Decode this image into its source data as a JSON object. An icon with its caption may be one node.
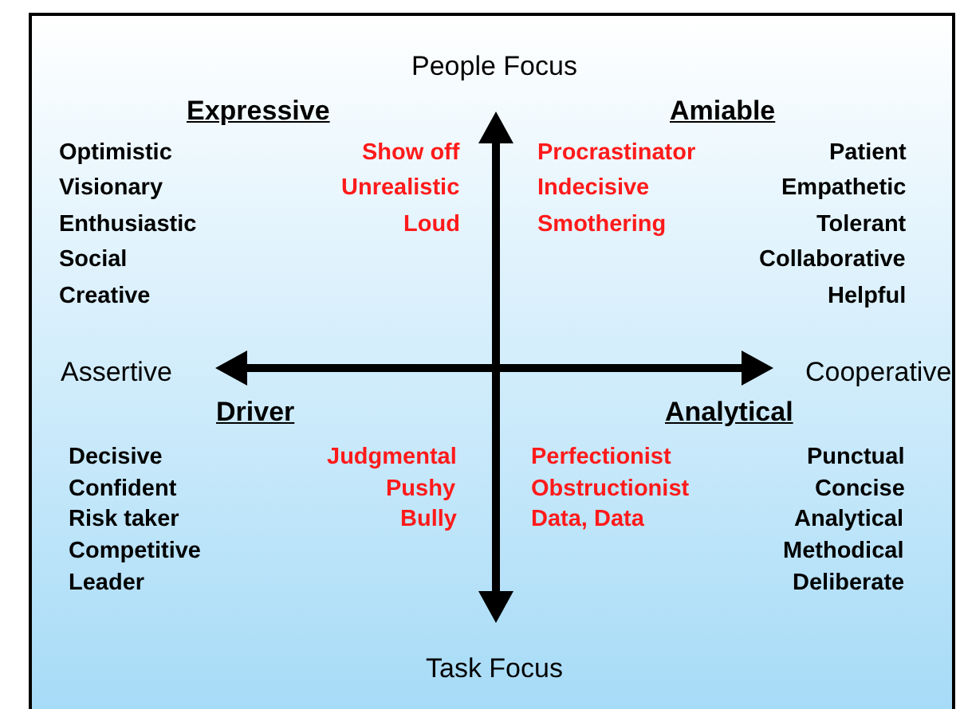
{
  "diagram": {
    "labels": [
      "People Focus",
      "Expressive",
      "Amiable",
      "Optimistic",
      "Show off",
      "Procrastinator",
      "Patient",
      "Visionary",
      "Unrealistic",
      "Indecisive",
      "Empathetic",
      "Enthusiastic",
      "Loud",
      "Smothering",
      "Tolerant",
      "Social",
      "Collaborative",
      "Creative",
      "Helpful",
      "Assertive",
      "Cooperative",
      "Driver",
      "Analytical",
      "Decisive",
      "Judgmental",
      "Perfectionist",
      "Punctual",
      "Confident",
      "Pushy",
      "Obstructionist",
      "Concise",
      "Risk taker",
      "Bully",
      "Data, Data",
      "Analytical",
      "Competitive",
      "Methodical",
      "Leader",
      "Deliberate",
      "Task Focus"
    ]
  }
}
